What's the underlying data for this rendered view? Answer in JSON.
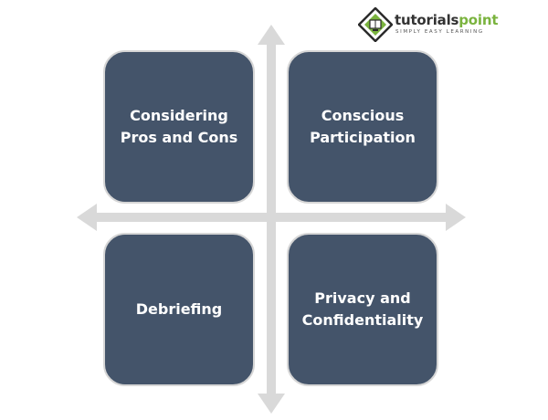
{
  "logo": {
    "name_part1": "tutorials",
    "name_part2": "point",
    "tagline": "SIMPLY EASY LEARNING"
  },
  "quadrants": {
    "top_left": "Considering\nPros and Cons",
    "top_right": "Conscious\nParticipation",
    "bottom_left": "Debriefing",
    "bottom_right": "Privacy and\nConfidentiality"
  },
  "colors": {
    "box_fill": "#44546a",
    "box_border": "#d6d6d6",
    "arrow": "#d9d9d9",
    "brand_green": "#7ab33e",
    "brand_dark": "#333333"
  }
}
